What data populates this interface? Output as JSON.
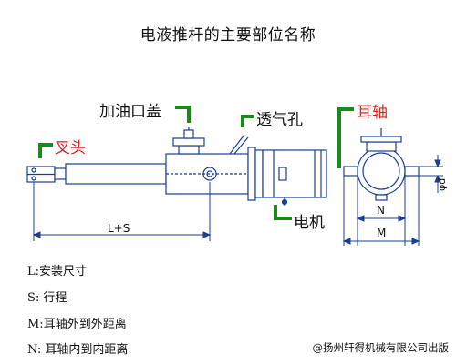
{
  "diagram": {
    "title": "电液推杆的主要部位名称",
    "labels": {
      "oil_filler_cap": "加油口盖",
      "vent_hole": "透气孔",
      "ear_shaft": "耳轴",
      "fork_head": "叉头",
      "motor": "电机",
      "stroke_dim": "L+S",
      "dim_n": "N",
      "dim_m": "M",
      "dim_phi_d": "φd"
    },
    "colors": {
      "highlight_label": "#e02020",
      "leader_green": "#1a8a1a",
      "line": "#1a3f8f"
    },
    "legend": [
      "L:安装尺寸",
      "S: 行程",
      "M:耳轴外到外距离",
      "N: 耳轴内到内距离"
    ],
    "copyright": "@扬州轩得机械有限公司出版"
  }
}
